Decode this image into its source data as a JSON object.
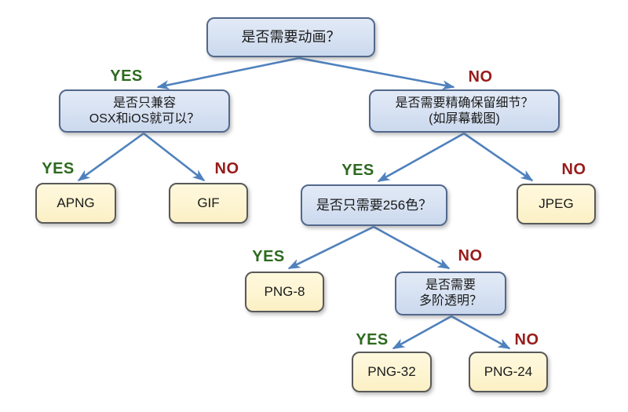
{
  "diagram": {
    "nodes": {
      "root": {
        "label": "是否需要动画？"
      },
      "q_compat": {
        "line1": "是否只兼容",
        "line2": "OSX和iOS就可以？"
      },
      "q_detail": {
        "line1": "是否需要精确保留细节？",
        "line2": "(如屏幕截图)"
      },
      "apng": {
        "label": "APNG"
      },
      "gif": {
        "label": "GIF"
      },
      "q_256": {
        "label": "是否只需要256色？"
      },
      "jpeg": {
        "label": "JPEG"
      },
      "png8": {
        "label": "PNG-8"
      },
      "q_alpha": {
        "line1": "是否需要",
        "line2": "多阶透明？"
      },
      "png32": {
        "label": "PNG-32"
      },
      "png24": {
        "label": "PNG-24"
      }
    },
    "edge_labels": {
      "root_yes": "YES",
      "root_no": "NO",
      "compat_yes": "YES",
      "compat_no": "NO",
      "detail_yes": "YES",
      "detail_no": "NO",
      "c256_yes": "YES",
      "c256_no": "NO",
      "alpha_yes": "YES",
      "alpha_no": "NO"
    },
    "colors": {
      "question_fill": "#d6e1f2",
      "question_border": "#52688c",
      "result_fill": "#fdf4d0",
      "result_border": "#595959",
      "arrow": "#4f81bd",
      "yes": "#2d6a1e",
      "no": "#981b1b",
      "text": "#1a1a1a"
    }
  }
}
